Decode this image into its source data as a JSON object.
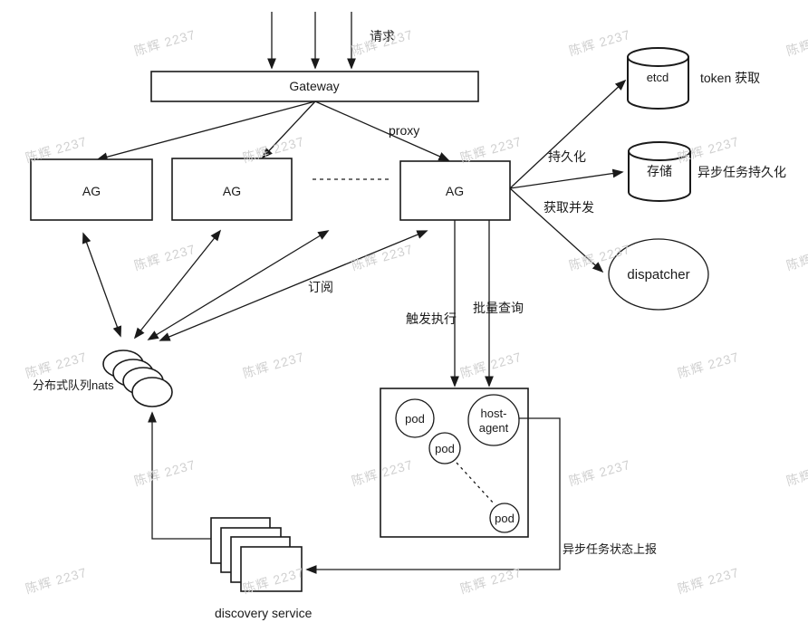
{
  "diagram": {
    "top": {
      "request_label": "请求",
      "gateway_label": "Gateway",
      "proxy_label": "proxy"
    },
    "ag_cluster": {
      "ag1": "AG",
      "ag2": "AG",
      "ag3": "AG"
    },
    "right": {
      "etcd_label": "etcd",
      "token_note": "token 获取",
      "persist_label": "持久化",
      "storage_label": "存储",
      "storage_note": "异步任务持久化",
      "concurrency_label": "获取并发",
      "dispatcher_label": "dispatcher"
    },
    "queue": {
      "subscribe_label": "订阅",
      "nats_label": "分布式队列nats"
    },
    "pods": {
      "trigger_label": "触发执行",
      "batch_label": "批量查询",
      "pod1": "pod",
      "pod2": "pod",
      "pod3": "pod",
      "host_agent_line1": "host-",
      "host_agent_line2": "agent"
    },
    "bottom": {
      "status_report_label": "异步任务状态上报",
      "discovery_label": "discovery service"
    }
  },
  "watermark": {
    "text": "陈辉 2237",
    "color": "#d0d0d0",
    "rows": [
      47,
      165,
      284,
      403,
      522,
      641
    ],
    "cols_a": [
      -58,
      182,
      422,
      662,
      902
    ],
    "cols_b": [
      62,
      302,
      542,
      782
    ]
  },
  "colors": {
    "stroke": "#1a1a1a",
    "background": "#ffffff"
  }
}
